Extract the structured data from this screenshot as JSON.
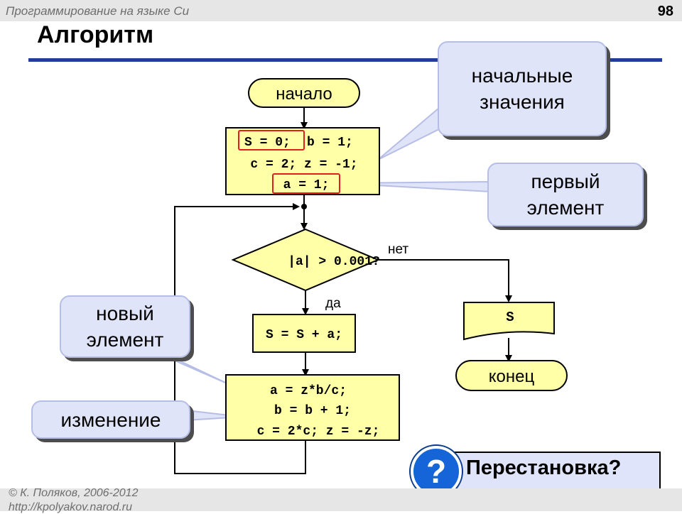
{
  "header": {
    "course": "Программирование на языке Си",
    "page_number": "98"
  },
  "title": "Алгоритм",
  "flowchart": {
    "start": "начало",
    "init": {
      "line1a": "S = 0;",
      "line1b": "b = 1;",
      "line2": "c = 2; z = -1;",
      "line3": "a = 1;"
    },
    "condition": "|a| > 0.001?",
    "branch_yes": "да",
    "branch_no": "нет",
    "sum": "S = S + a;",
    "update": {
      "line1": "a = z*b/c;",
      "line2": "b = b + 1;",
      "line3": "c = 2*c; z = -z;"
    },
    "output": "S",
    "end": "конец"
  },
  "callouts": {
    "initial_values": {
      "line1": "начальные",
      "line2": "значения"
    },
    "first_element": {
      "line1": "первый",
      "line2": "элемент"
    },
    "new_element": {
      "line1": "новый",
      "line2": "элемент"
    },
    "change": "изменение"
  },
  "question": {
    "mark": "?",
    "text": "Перестановка?"
  },
  "footer": {
    "copyright": "© К. Поляков, 2006-2012",
    "url": "http://kpolyakov.narod.ru"
  },
  "colors": {
    "box_fill": "#ffffa8",
    "callout_fill": "#e0e4f8",
    "header_line": "#1f3d99",
    "highlight": "#e02020",
    "question_blue": "#1565d8"
  }
}
